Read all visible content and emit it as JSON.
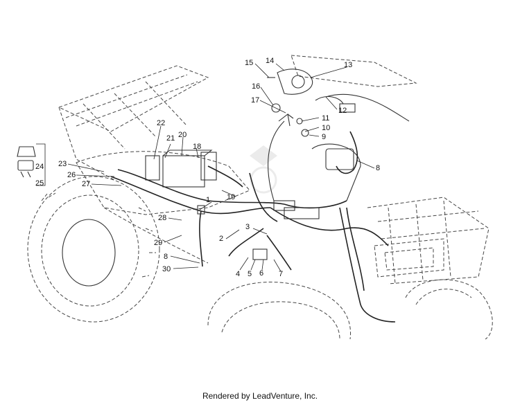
{
  "footer": "Rendered by LeadVenture, Inc.",
  "watermark_icon": "leadventure-watermark-icon",
  "callouts": [
    "15",
    "14",
    "13",
    "16",
    "12",
    "17",
    "11",
    "10",
    "9",
    "22",
    "21",
    "20",
    "18",
    "23",
    "24",
    "25",
    "26",
    "27",
    "19",
    "8",
    "1",
    "28",
    "3",
    "29",
    "2",
    "8",
    "30",
    "4",
    "5",
    "6",
    "7"
  ]
}
